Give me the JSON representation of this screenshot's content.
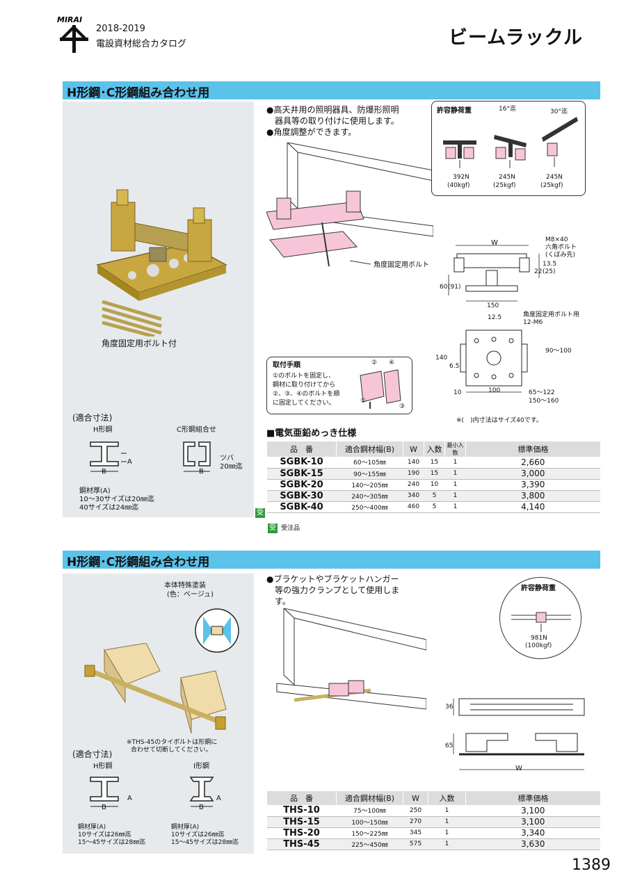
{
  "header": {
    "brand": "MIRAI",
    "year": "2018-2019",
    "catalog_name": "電設資材総合カタログ",
    "page_title": "ビームラックル"
  },
  "section1": {
    "title": "H形鋼･C形鋼組み合わせ用",
    "photo_caption": "角度固定用ボルト付",
    "fit_title": "(適合寸法)",
    "h_label": "H形鋼",
    "c_label": "C形鋼組合せ",
    "dim_a": "A",
    "dim_b": "B",
    "flange_note_1": "ツバ",
    "flange_note_2": "20㎜迄",
    "thickness_1": "鋼材厚(A)",
    "thickness_2": "10～30サイズは20㎜迄",
    "thickness_3": "40サイズは24㎜迄",
    "features_1": "●高天井用の照明器具、防爆形照明",
    "features_2": "　器具等の取り付けに使用します。",
    "features_3": "●角度調整ができます。",
    "angle_bolt_label": "角度固定用ボルト",
    "load_title": "許容静荷重",
    "load_angle_1": "16°迄",
    "load_angle_2": "30°迄",
    "load_values": [
      {
        "n": "392N",
        "kgf": "(40kgf)"
      },
      {
        "n": "245N",
        "kgf": "(25kgf)"
      },
      {
        "n": "245N",
        "kgf": "(25kgf)"
      }
    ],
    "install_title": "取付手順",
    "install_1": "①のボルトを固定し、",
    "install_2": "鋼材に取り付けてから",
    "install_3": "②、③、④のボルトを順",
    "install_4": "に固定してください。",
    "install_marks": [
      "①",
      "②",
      "③",
      "④"
    ],
    "dims": {
      "w": "W",
      "bolt_1": "M8×40",
      "bolt_2": "六角ボルト",
      "bolt_3": "(くぼみ先)",
      "d135": "13.5",
      "d22": "22",
      "d25": "(25)",
      "d60": "60",
      "d91": "(91)",
      "d150": "150",
      "d125": "12.5",
      "angle_bolt_1": "角度固定用ボルト用",
      "angle_bolt_2": "12-M6",
      "d140": "140",
      "d65": "6.5",
      "d10": "10",
      "d100": "100",
      "d90_100": "90～100",
      "d65_122": "65～122",
      "d150_160": "150～160"
    },
    "footnote": "※(　)内寸法はサイズ40です。",
    "spec_title": "■電気亜鉛めっき仕様",
    "table_headers": [
      "品　番",
      "適合鋼材幅(B)",
      "W",
      "入数",
      "最小入数",
      "標準価格"
    ],
    "rows": [
      {
        "code": "SGBK-10",
        "range": "60～105㎜",
        "w": "140",
        "qty": "15",
        "min": "1",
        "price": "2,660"
      },
      {
        "code": "SGBK-15",
        "range": "90～155㎜",
        "w": "190",
        "qty": "15",
        "min": "1",
        "price": "3,000"
      },
      {
        "code": "SGBK-20",
        "range": "140～205㎜",
        "w": "240",
        "qty": "10",
        "min": "1",
        "price": "3,390"
      },
      {
        "code": "SGBK-30",
        "range": "240～305㎜",
        "w": "340",
        "qty": "5",
        "min": "1",
        "price": "3,800"
      },
      {
        "code": "SGBK-40",
        "range": "250～400㎜",
        "w": "460",
        "qty": "5",
        "min": "1",
        "price": "4,140"
      }
    ],
    "order_mark": "受",
    "order_note": "受注品"
  },
  "section2": {
    "title": "H形鋼･C形鋼組み合わせ用",
    "coating_1": "本体特殊塗装",
    "coating_2": "(色：ベージュ)",
    "cut_note_1": "※THS-45のタイボルトは形鋼に",
    "cut_note_2": "合わせて切断してください。",
    "fit_title": "(適合寸法)",
    "h_label": "H形鋼",
    "i_label": "I形鋼",
    "dim_a": "A",
    "dim_b": "B",
    "thick_h_1": "鋼材厚(A)",
    "thick_h_2": "10サイズは26㎜迄",
    "thick_h_3": "15～45サイズは28㎜迄",
    "thick_i_1": "鋼材厚(A)",
    "thick_i_2": "10サイズは26㎜迄",
    "thick_i_3": "15～45サイズは28㎜迄",
    "features_1": "●ブラケットやブラケットハンガー",
    "features_2": "　等の強力クランプとして使用しま",
    "features_3": "　す。",
    "load_title": "許容静荷重",
    "load_n": "981N",
    "load_kgf": "(100kgf)",
    "dim_36": "36",
    "dim_65": "65",
    "dim_w": "W",
    "table_headers": [
      "品　番",
      "適合鋼材幅(B)",
      "W",
      "入数",
      "標準価格"
    ],
    "rows": [
      {
        "code": "THS-10",
        "range": "75～100㎜",
        "w": "250",
        "qty": "1",
        "price": "3,100"
      },
      {
        "code": "THS-15",
        "range": "100～150㎜",
        "w": "270",
        "qty": "1",
        "price": "3,100"
      },
      {
        "code": "THS-20",
        "range": "150～225㎜",
        "w": "345",
        "qty": "1",
        "price": "3,340"
      },
      {
        "code": "THS-45",
        "range": "225～450㎜",
        "w": "575",
        "qty": "1",
        "price": "3,630"
      }
    ]
  },
  "page_number": "1389",
  "colors": {
    "section_bar": "#5bc2ea",
    "panel": "#e7eaec",
    "order_badge": "#2e9a3c",
    "highlight_pink": "#f6c6d8",
    "beige": "#efdcaa"
  }
}
